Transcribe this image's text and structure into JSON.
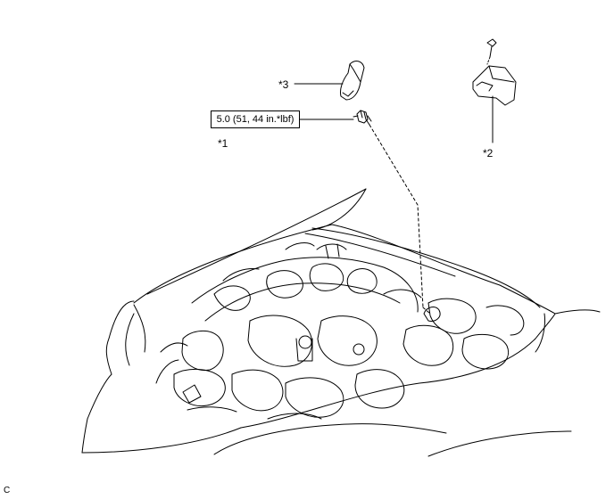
{
  "callouts": {
    "item1": "*1",
    "item2": "*2",
    "item3": "*3"
  },
  "torque_spec": "5.0 (51, 44 in.*lbf)",
  "illustration_code": "C",
  "colors": {
    "line": "#000000",
    "background": "#ffffff"
  }
}
